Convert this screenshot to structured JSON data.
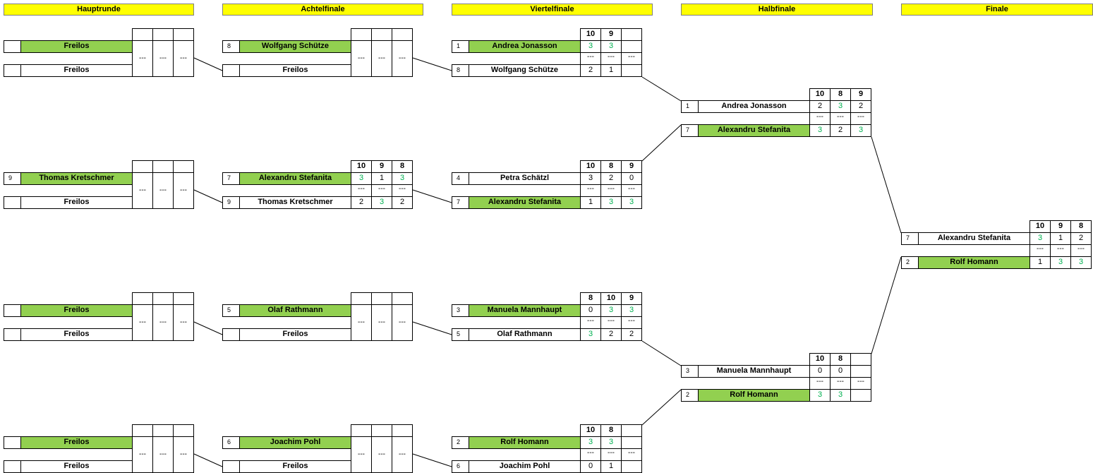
{
  "rounds": [
    {
      "label": "Hauptrunde"
    },
    {
      "label": "Achtelfinale"
    },
    {
      "label": "Viertelfinale"
    },
    {
      "label": "Halbfinale"
    },
    {
      "label": "Finale"
    }
  ],
  "matches": [
    {
      "id": "r1m1",
      "round": 0,
      "slot": 0,
      "heads": [
        "",
        "",
        ""
      ],
      "p1": {
        "seed": "",
        "name": "Freilos",
        "win": true,
        "scores": [
          "",
          "",
          ""
        ]
      },
      "p2": {
        "seed": "",
        "name": "Freilos",
        "win": false,
        "scores": [
          "",
          "",
          ""
        ]
      },
      "mids": [
        "---",
        "---",
        "---"
      ]
    },
    {
      "id": "r1m2",
      "round": 0,
      "slot": 1,
      "heads": [
        "",
        "",
        ""
      ],
      "p1": {
        "seed": "9",
        "name": "Thomas Kretschmer",
        "win": true,
        "scores": [
          "",
          "",
          ""
        ]
      },
      "p2": {
        "seed": "",
        "name": "Freilos",
        "win": false,
        "scores": [
          "",
          "",
          ""
        ]
      },
      "mids": [
        "---",
        "---",
        "---"
      ]
    },
    {
      "id": "r1m3",
      "round": 0,
      "slot": 2,
      "heads": [
        "",
        "",
        ""
      ],
      "p1": {
        "seed": "",
        "name": "Freilos",
        "win": true,
        "scores": [
          "",
          "",
          ""
        ]
      },
      "p2": {
        "seed": "",
        "name": "Freilos",
        "win": false,
        "scores": [
          "",
          "",
          ""
        ]
      },
      "mids": [
        "---",
        "---",
        "---"
      ]
    },
    {
      "id": "r1m4",
      "round": 0,
      "slot": 3,
      "heads": [
        "",
        "",
        ""
      ],
      "p1": {
        "seed": "",
        "name": "Freilos",
        "win": true,
        "scores": [
          "",
          "",
          ""
        ]
      },
      "p2": {
        "seed": "",
        "name": "Freilos",
        "win": false,
        "scores": [
          "",
          "",
          ""
        ]
      },
      "mids": [
        "---",
        "---",
        "---"
      ]
    },
    {
      "id": "r2m1",
      "round": 1,
      "slot": 0,
      "heads": [
        "",
        "",
        ""
      ],
      "p1": {
        "seed": "8",
        "name": "Wolfgang Schütze",
        "win": true,
        "scores": [
          "",
          "",
          ""
        ]
      },
      "p2": {
        "seed": "",
        "name": "Freilos",
        "win": false,
        "scores": [
          "",
          "",
          ""
        ]
      },
      "mids": [
        "---",
        "---",
        "---"
      ]
    },
    {
      "id": "r2m2",
      "round": 1,
      "slot": 1,
      "heads": [
        "10",
        "9",
        "8"
      ],
      "p1": {
        "seed": "7",
        "name": "Alexandru Stefanita",
        "win": true,
        "scores": [
          "3",
          "1",
          "3"
        ],
        "wins": [
          true,
          false,
          true
        ]
      },
      "p2": {
        "seed": "9",
        "name": "Thomas Kretschmer",
        "win": false,
        "scores": [
          "2",
          "3",
          "2"
        ],
        "wins": [
          false,
          true,
          false
        ]
      },
      "mids": [
        "---",
        "---",
        "---"
      ]
    },
    {
      "id": "r2m3",
      "round": 1,
      "slot": 2,
      "heads": [
        "",
        "",
        ""
      ],
      "p1": {
        "seed": "5",
        "name": "Olaf Rathmann",
        "win": true,
        "scores": [
          "",
          "",
          ""
        ]
      },
      "p2": {
        "seed": "",
        "name": "Freilos",
        "win": false,
        "scores": [
          "",
          "",
          ""
        ]
      },
      "mids": [
        "---",
        "---",
        "---"
      ]
    },
    {
      "id": "r2m4",
      "round": 1,
      "slot": 3,
      "heads": [
        "",
        "",
        ""
      ],
      "p1": {
        "seed": "6",
        "name": "Joachim Pohl",
        "win": true,
        "scores": [
          "",
          "",
          ""
        ]
      },
      "p2": {
        "seed": "",
        "name": "Freilos",
        "win": false,
        "scores": [
          "",
          "",
          ""
        ]
      },
      "mids": [
        "---",
        "---",
        "---"
      ]
    },
    {
      "id": "r3m1",
      "round": 2,
      "slot": 0,
      "heads": [
        "10",
        "9",
        ""
      ],
      "p1": {
        "seed": "1",
        "name": "Andrea Jonasson",
        "win": true,
        "scores": [
          "3",
          "3",
          ""
        ],
        "wins": [
          true,
          true,
          false
        ]
      },
      "p2": {
        "seed": "8",
        "name": "Wolfgang Schütze",
        "win": false,
        "scores": [
          "2",
          "1",
          ""
        ],
        "wins": [
          false,
          false,
          false
        ]
      },
      "mids": [
        "---",
        "---",
        "---"
      ]
    },
    {
      "id": "r3m2",
      "round": 2,
      "slot": 1,
      "heads": [
        "10",
        "8",
        "9"
      ],
      "p1": {
        "seed": "4",
        "name": "Petra Schätzl",
        "win": false,
        "scores": [
          "3",
          "2",
          "0"
        ],
        "wins": [
          false,
          false,
          false
        ]
      },
      "p2": {
        "seed": "7",
        "name": "Alexandru Stefanita",
        "win": true,
        "scores": [
          "1",
          "3",
          "3"
        ],
        "wins": [
          false,
          true,
          true
        ]
      },
      "mids": [
        "---",
        "---",
        "---"
      ]
    },
    {
      "id": "r3m3",
      "round": 2,
      "slot": 2,
      "heads": [
        "8",
        "10",
        "9"
      ],
      "p1": {
        "seed": "3",
        "name": "Manuela Mannhaupt",
        "win": true,
        "scores": [
          "0",
          "3",
          "3"
        ],
        "wins": [
          false,
          true,
          true
        ]
      },
      "p2": {
        "seed": "5",
        "name": "Olaf Rathmann",
        "win": false,
        "scores": [
          "3",
          "2",
          "2"
        ],
        "wins": [
          true,
          false,
          false
        ]
      },
      "mids": [
        "---",
        "---",
        "---"
      ]
    },
    {
      "id": "r3m4",
      "round": 2,
      "slot": 3,
      "heads": [
        "10",
        "8",
        ""
      ],
      "p1": {
        "seed": "2",
        "name": "Rolf Homann",
        "win": true,
        "scores": [
          "3",
          "3",
          ""
        ],
        "wins": [
          true,
          true,
          false
        ]
      },
      "p2": {
        "seed": "6",
        "name": "Joachim Pohl",
        "win": false,
        "scores": [
          "0",
          "1",
          ""
        ],
        "wins": [
          false,
          false,
          false
        ]
      },
      "mids": [
        "---",
        "---",
        "---"
      ]
    },
    {
      "id": "r4m1",
      "round": 3,
      "slot": 0,
      "heads": [
        "10",
        "8",
        "9"
      ],
      "p1": {
        "seed": "1",
        "name": "Andrea Jonasson",
        "win": false,
        "scores": [
          "2",
          "3",
          "2"
        ],
        "wins": [
          false,
          true,
          false
        ]
      },
      "p2": {
        "seed": "7",
        "name": "Alexandru Stefanita",
        "win": true,
        "scores": [
          "3",
          "2",
          "3"
        ],
        "wins": [
          true,
          false,
          true
        ]
      },
      "mids": [
        "---",
        "---",
        "---"
      ]
    },
    {
      "id": "r4m2",
      "round": 3,
      "slot": 1,
      "heads": [
        "10",
        "8",
        ""
      ],
      "p1": {
        "seed": "3",
        "name": "Manuela Mannhaupt",
        "win": false,
        "scores": [
          "0",
          "0",
          ""
        ],
        "wins": [
          false,
          false,
          false
        ]
      },
      "p2": {
        "seed": "2",
        "name": "Rolf Homann",
        "win": true,
        "scores": [
          "3",
          "3",
          ""
        ],
        "wins": [
          true,
          true,
          false
        ]
      },
      "mids": [
        "---",
        "---",
        "---"
      ]
    },
    {
      "id": "r5m1",
      "round": 4,
      "slot": 0,
      "heads": [
        "10",
        "9",
        "8"
      ],
      "p1": {
        "seed": "7",
        "name": "Alexandru Stefanita",
        "win": false,
        "scores": [
          "3",
          "1",
          "2"
        ],
        "wins": [
          true,
          false,
          false
        ]
      },
      "p2": {
        "seed": "2",
        "name": "Rolf Homann",
        "win": true,
        "scores": [
          "1",
          "3",
          "3"
        ],
        "wins": [
          false,
          true,
          true
        ]
      },
      "mids": [
        "---",
        "---",
        "---"
      ]
    }
  ]
}
